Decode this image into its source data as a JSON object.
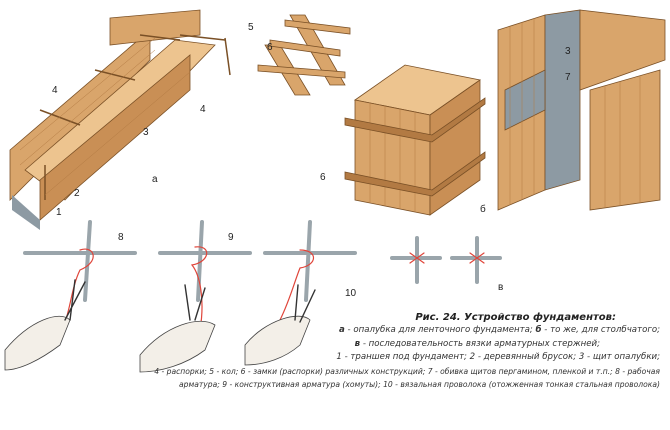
{
  "labels": {
    "a": {
      "trench": "1",
      "bar": "2",
      "panel": "3",
      "strut_1": "4",
      "strut_2": "4",
      "stake": "5",
      "lock": "6",
      "section": "а"
    },
    "b": {
      "lock": "6",
      "panel": "3",
      "lining": "7",
      "section": "б"
    },
    "v": {
      "working_rebar": "8",
      "construction_rebar": "9",
      "wire": "10",
      "section": "в"
    }
  },
  "caption": {
    "title": "Рис. 24. Устройство фундаментов:",
    "line1_key_a": "а",
    "line1_a": " - опалубка для ленточного фундамента; ",
    "line1_key_b": "б",
    "line1_b": " - то же, для столбчатого;",
    "line2_key_v": "в",
    "line2_v": " - последовательность вязки арматурных стержней;",
    "line3": "1 - траншея под фундамент; 2 - деревянный брусок; 3 - щит опалубки;",
    "line4": "4 - распорки; 5 - кол; 6 - замки (распорки) различных конструкций; 7 - обивка щитов пергамином, пленкой и т.п.; 8 - рабочая",
    "line5": "арматура; 9 - конструктивная арматура (хомуты); 10 - вязальная проволока (отожженная тонкая стальная проволока)"
  },
  "colors": {
    "wood": "#d9a56b",
    "wood_dark": "#b27a43",
    "wood_light": "#edc48f",
    "rebar": "#b9c3c9",
    "wire": "#e0453a",
    "lining": "#8d9aa3"
  }
}
